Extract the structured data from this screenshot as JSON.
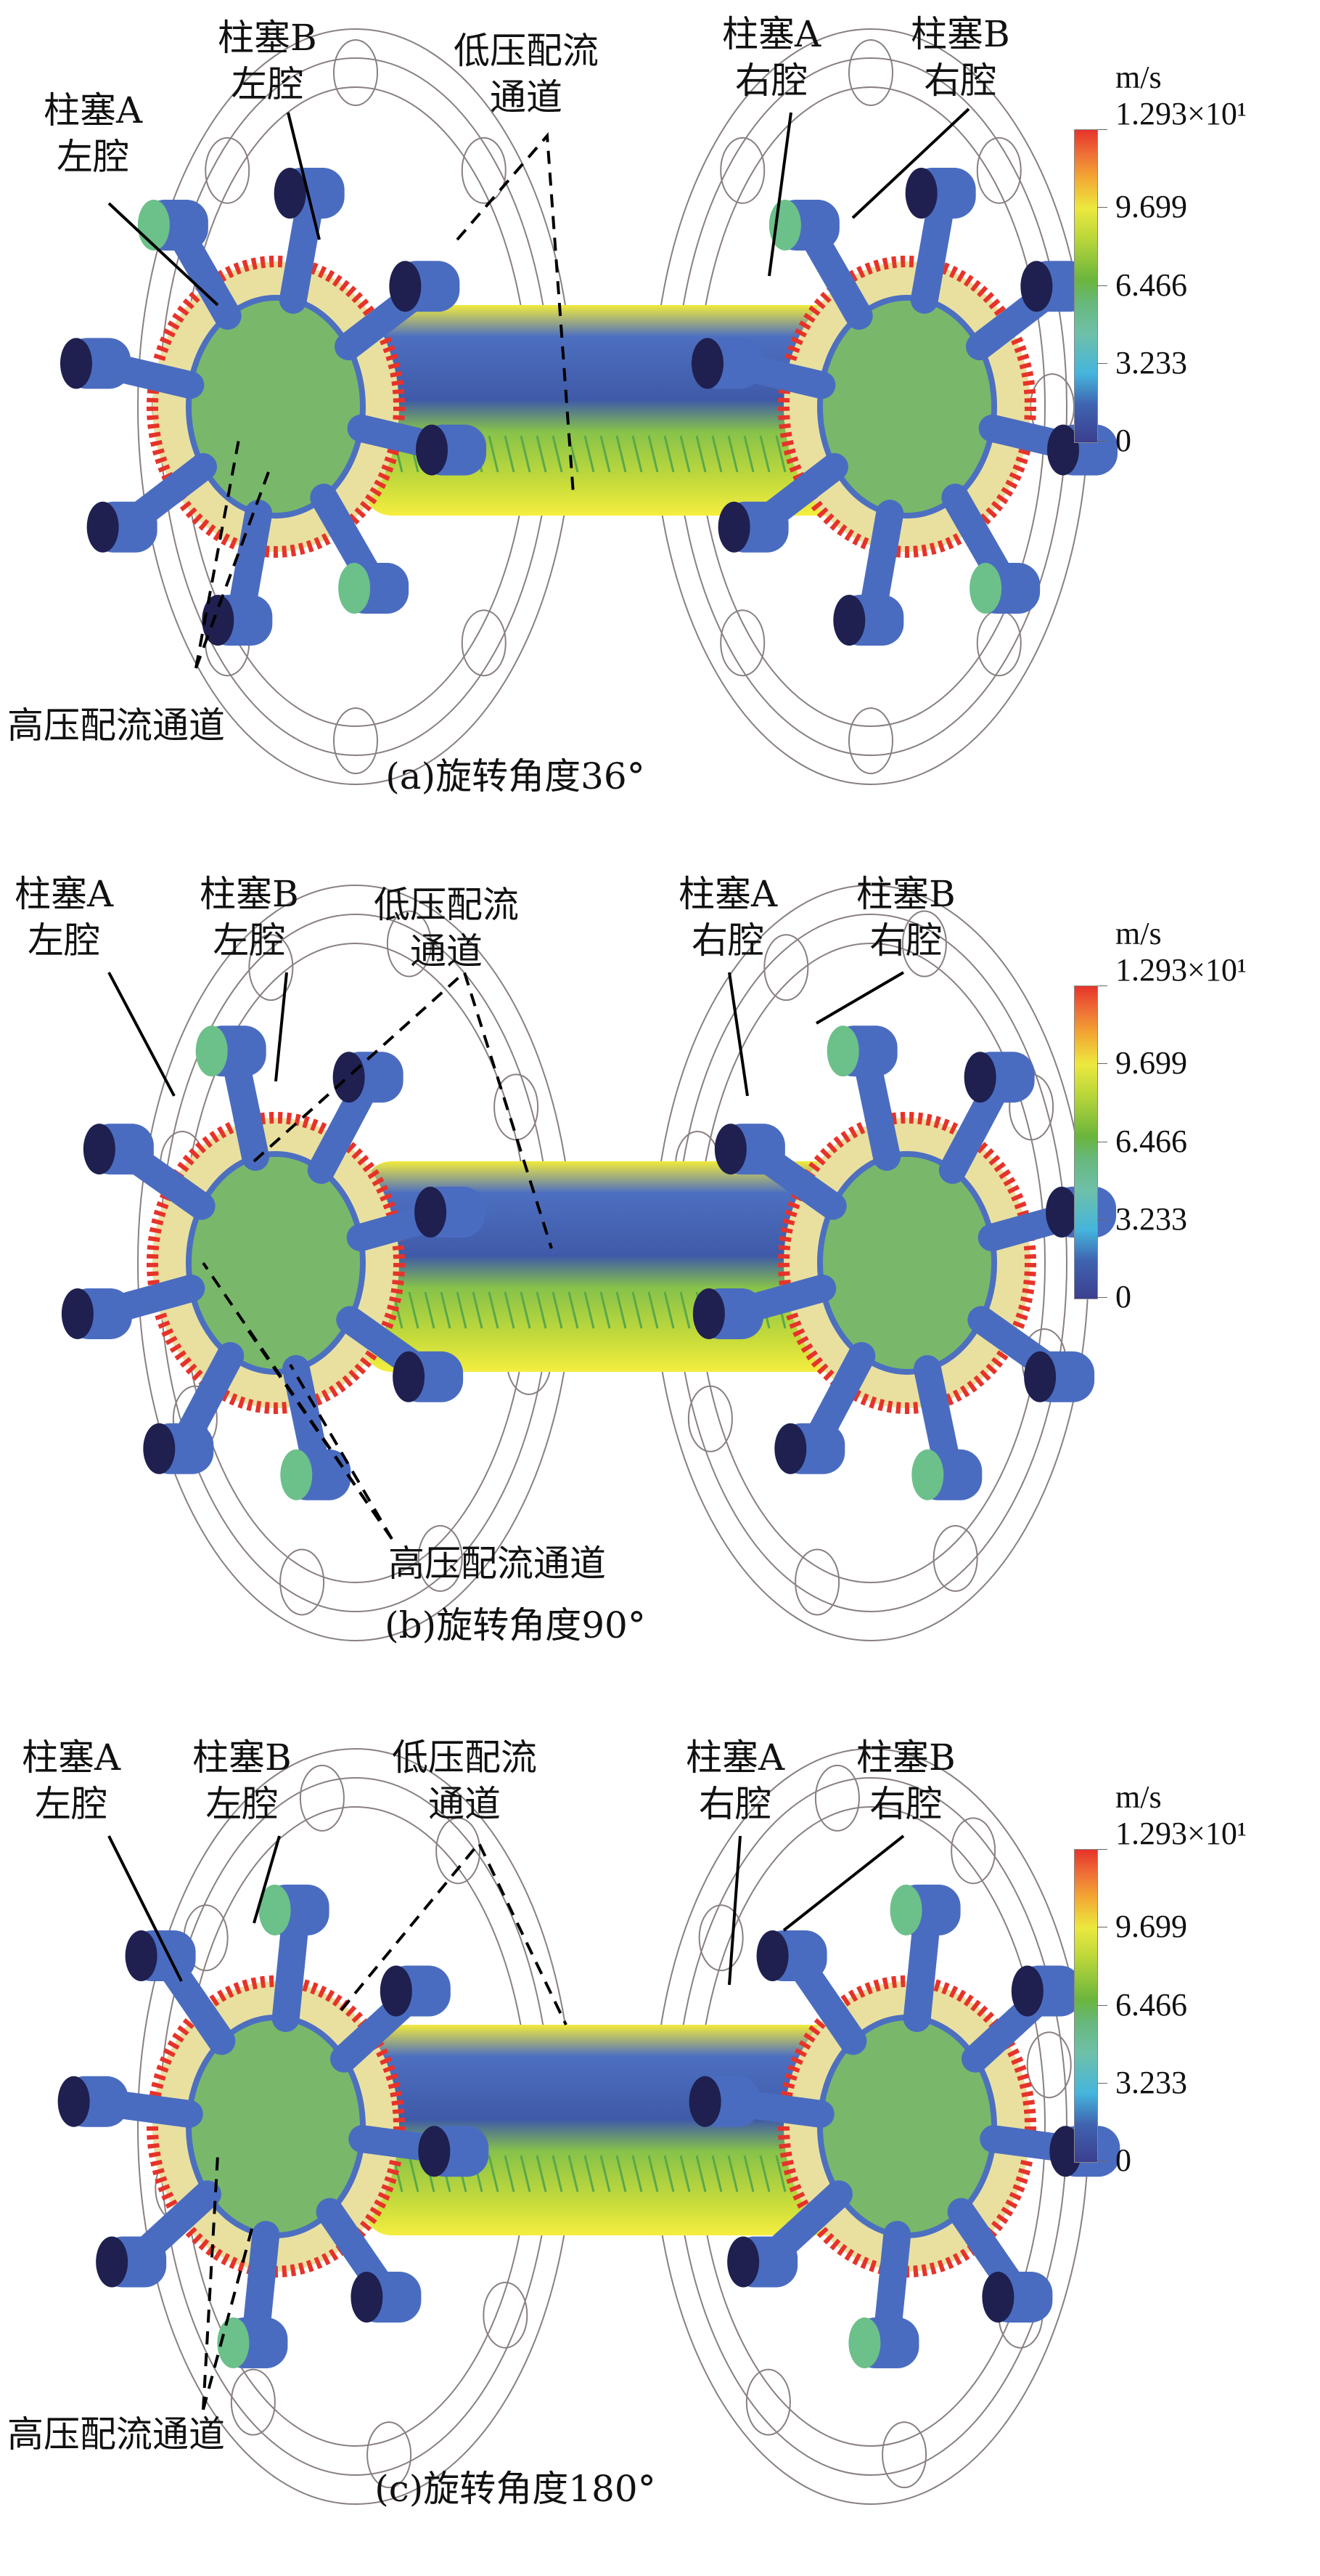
{
  "colorbar": {
    "unit": "m/s",
    "ticks": [
      "1.293×10¹",
      "9.699",
      "6.466",
      "3.233",
      "0"
    ],
    "colors": [
      "#e6332a",
      "#ece83e",
      "#6ab53c",
      "#45b5dc",
      "#3b3f8f"
    ]
  },
  "labels": {
    "plunger_a_left": [
      "柱塞A",
      "左腔"
    ],
    "plunger_b_left": [
      "柱塞B",
      "左腔"
    ],
    "low_pressure": [
      "低压配流",
      "通道"
    ],
    "plunger_a_right": [
      "柱塞A",
      "右腔"
    ],
    "plunger_b_right": [
      "柱塞B",
      "右腔"
    ],
    "high_pressure": "高压配流通道"
  },
  "panels": [
    {
      "caption": "(a)旋转角度36°"
    },
    {
      "caption": "(b)旋转角度90°"
    },
    {
      "caption": "(c)旋转角度180°"
    }
  ]
}
